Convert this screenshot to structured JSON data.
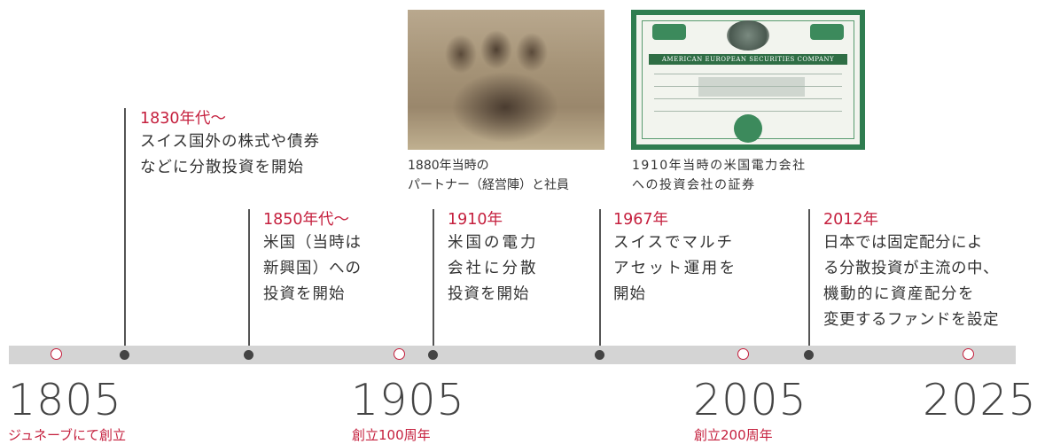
{
  "images": {
    "photo_caption_line1": "1880年当時の",
    "photo_caption_line2": "パートナー（経営陣）と社員",
    "cert_caption_line1": "1910年当時の米国電力会社",
    "cert_caption_line2": "への投資会社の証券",
    "cert_band_text": "AMERICAN EUROPEAN SECURITIES COMPANY"
  },
  "events": [
    {
      "year": "1830年代〜",
      "lines": [
        "スイス国外の株式や債券",
        "などに分散投資を開始"
      ]
    },
    {
      "year": "1850年代〜",
      "lines": [
        "米国（当時は",
        "新興国）への",
        "投資を開始"
      ]
    },
    {
      "year": "1910年",
      "lines": [
        "米国の電力",
        "会社に分散",
        "投資を開始"
      ]
    },
    {
      "year": "1967年",
      "lines": [
        "スイスでマルチ",
        "アセット運用を",
        "開始"
      ]
    },
    {
      "year": "2012年",
      "lines": [
        "日本では固定配分によ",
        "る分散投資が主流の中、",
        "機動的に資産配分を",
        "変更するファンドを設定"
      ]
    }
  ],
  "milestones": [
    {
      "year": "1805",
      "label": "ジュネーブにて創立"
    },
    {
      "year": "1905",
      "label": "創立100周年"
    },
    {
      "year": "2005",
      "label": "創立200周年"
    },
    {
      "year": "2025",
      "label": ""
    }
  ],
  "colors": {
    "accent": "#c5203e",
    "timeline_bar": "#d4d4d4",
    "event_dot": "#444444",
    "text": "#333333"
  }
}
